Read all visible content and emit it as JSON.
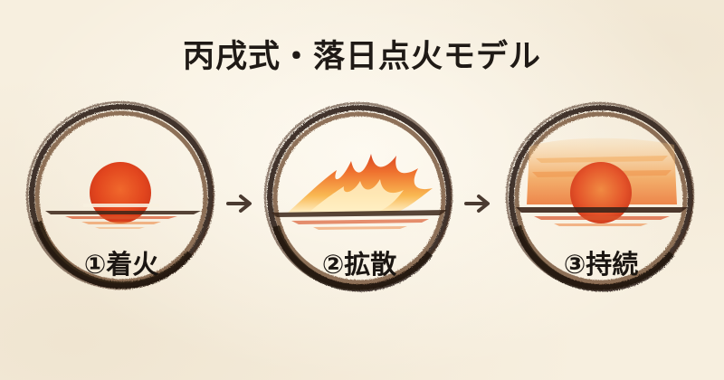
{
  "title": "丙戌式・落日点火モデル",
  "stages": [
    {
      "label": "①着火",
      "icon": "setting-sun-icon"
    },
    {
      "label": "②拡散",
      "icon": "flame-icon"
    },
    {
      "label": "③持続",
      "icon": "glowing-sunset-icon"
    }
  ],
  "arrows": [
    "arrow-right-icon",
    "arrow-right-icon"
  ],
  "colors": {
    "background": "#f7efdf",
    "ink": "#1f1a16",
    "ring_brown": "#5b3a24",
    "sun_red": "#e2461e",
    "sun_orange": "#f29a3a",
    "arrow": "#4a3a30"
  }
}
